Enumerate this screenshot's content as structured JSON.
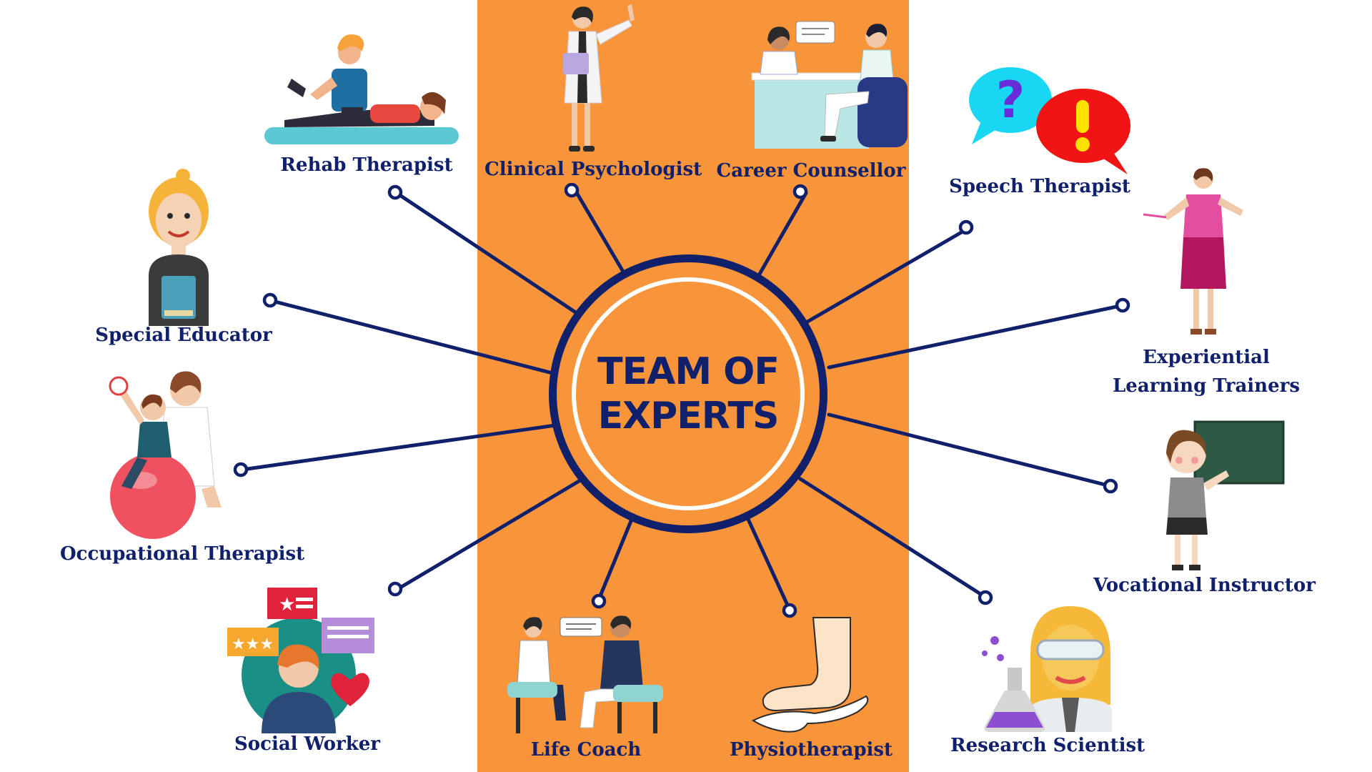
{
  "hub": {
    "title": "TEAM OF EXPERTS"
  },
  "colors": {
    "navy": "#11206b",
    "orange": "#f8943a",
    "background": "#ffffff"
  },
  "experts": [
    {
      "id": "rehab-therapist",
      "label": "Rehab Therapist",
      "icon": "rehab-therapist-icon"
    },
    {
      "id": "clinical-psychologist",
      "label": "Clinical Psychologist",
      "icon": "clinical-psychologist-icon"
    },
    {
      "id": "career-counsellor",
      "label": "Career Counsellor",
      "icon": "career-counsellor-icon"
    },
    {
      "id": "speech-therapist",
      "label": "Speech Therapist",
      "icon": "speech-bubbles-icon"
    },
    {
      "id": "special-educator",
      "label": "Special Educator",
      "icon": "special-educator-icon"
    },
    {
      "id": "experiential-learning-trainers",
      "label": "Experiential Learning Trainers",
      "icon": "trainer-with-pointer-icon"
    },
    {
      "id": "occupational-therapist",
      "label": "Occupational Therapist",
      "icon": "therapy-ball-icon"
    },
    {
      "id": "vocational-instructor",
      "label": "Vocational Instructor",
      "icon": "teacher-blackboard-icon"
    },
    {
      "id": "social-worker",
      "label": "Social Worker",
      "icon": "social-worker-icon"
    },
    {
      "id": "life-coach",
      "label": "Life Coach",
      "icon": "life-coach-icon"
    },
    {
      "id": "physiotherapist",
      "label": "Physiotherapist",
      "icon": "foot-and-hand-icon"
    },
    {
      "id": "research-scientist",
      "label": "Research Scientist",
      "icon": "scientist-flask-icon"
    }
  ]
}
